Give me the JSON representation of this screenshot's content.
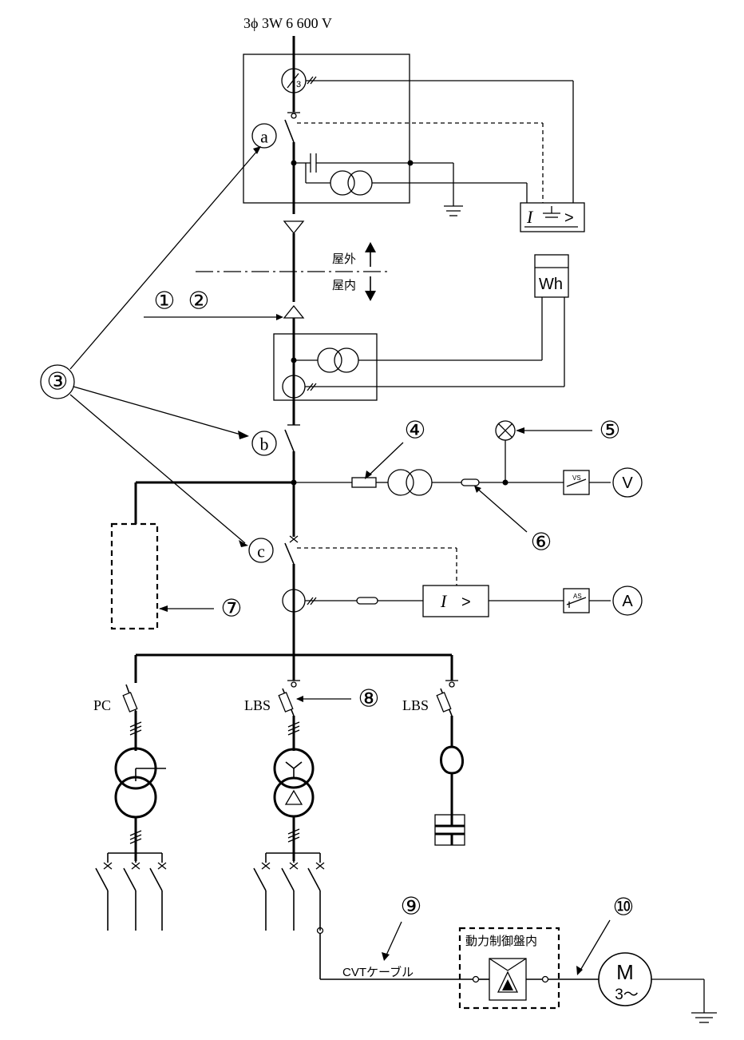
{
  "supply": {
    "label": "3ϕ 3W  6 600 V"
  },
  "boundary": {
    "outdoor": "屋外",
    "indoor": "屋内"
  },
  "callouts": {
    "n1": "①",
    "n2": "②",
    "n3": "③",
    "n4": "④",
    "n5": "⑤",
    "n6": "⑥",
    "n7": "⑦",
    "n8": "⑧",
    "n9": "⑨",
    "n10": "⑩"
  },
  "device_letters": {
    "a": "a",
    "b": "b",
    "c": "c"
  },
  "relay_labels": {
    "ground_relay": "I ⏚ >",
    "overcurrent_relay_i": "I",
    "overcurrent_relay_gt": ">",
    "wattmeter": "Wh",
    "voltmeter": "V",
    "ammeter": "A",
    "vs": "VS",
    "as": "AS",
    "ct3": "3"
  },
  "feeder_labels": {
    "pc": "PC",
    "lbs1": "LBS",
    "lbs2": "LBS"
  },
  "cable_label": "CVTケーブル",
  "panel_label": "動力制御盤内",
  "motor": {
    "letter": "M",
    "spec": "3〜"
  }
}
